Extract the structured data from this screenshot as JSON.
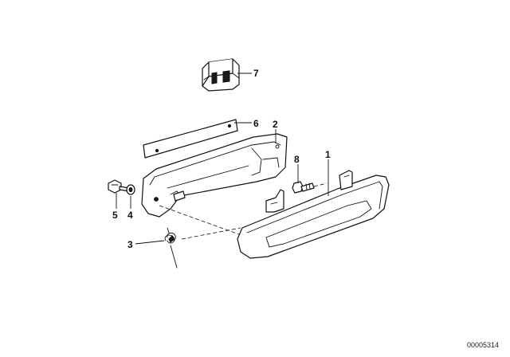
{
  "diagram": {
    "callouts": {
      "c1": "1",
      "c2": "2",
      "c3": "3",
      "c4": "4",
      "c5": "5",
      "c6": "6",
      "c7": "7",
      "c8": "8"
    },
    "reference_code": "00005314"
  }
}
